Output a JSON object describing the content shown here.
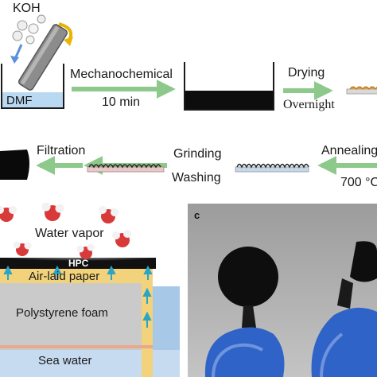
{
  "synthesis": {
    "reagent": "KOH",
    "solvent": "DMF",
    "step1": {
      "label": "Mechanochemical",
      "time": "10 min"
    },
    "step2": {
      "label": "Drying",
      "time": "Overnight"
    },
    "step3": {
      "label": "Annealing",
      "temp": "700 °C"
    },
    "step4": {
      "label_line1": "Grinding",
      "label_line2": "Washing"
    },
    "step5": {
      "label": "Filtration"
    }
  },
  "device": {
    "vapor_label": "Water vapor",
    "layer_top": "HPC",
    "layer_paper": "Air-laid paper",
    "layer_foam": "Polystyrene foam",
    "layer_water": "Sea water"
  },
  "photo_panel": {
    "panel_label": "c"
  },
  "colors": {
    "arrow_green": "#8dc98a",
    "water_blue": "#a8c8e8",
    "paper_yellow": "#f2d27a",
    "foam_gray": "#c9c9c9",
    "hpc_black": "#111111",
    "glove_blue": "#2f63c8"
  }
}
